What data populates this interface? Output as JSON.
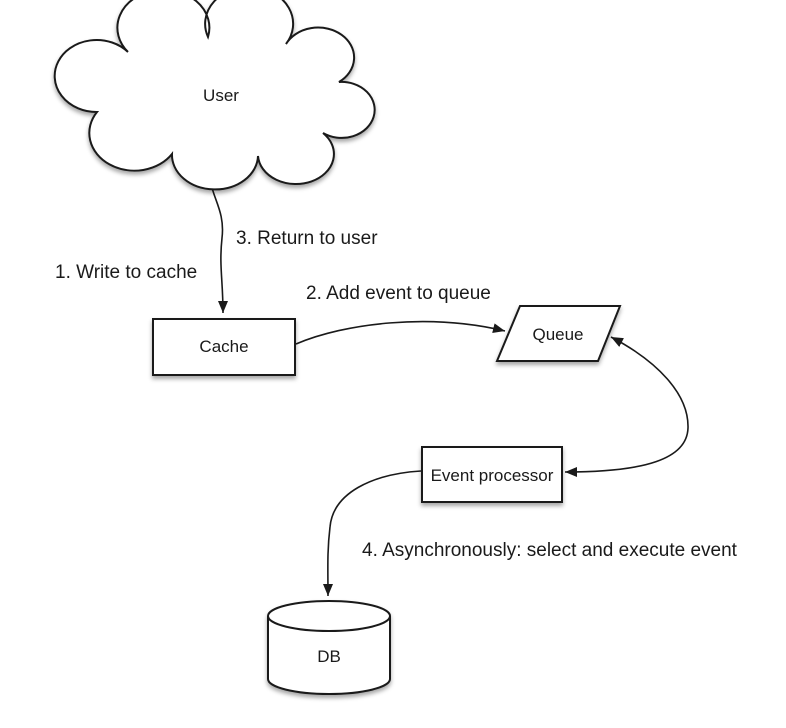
{
  "diagram": {
    "type": "flow-diagram",
    "background": "#ffffff",
    "stroke_color": "#1a1a1a",
    "node_fill": "#ffffff",
    "text_color": "#1a1a1a",
    "nodes": [
      {
        "id": "user",
        "label": "User",
        "shape": "cloud"
      },
      {
        "id": "cache",
        "label": "Cache",
        "shape": "rectangle"
      },
      {
        "id": "queue",
        "label": "Queue",
        "shape": "parallelogram"
      },
      {
        "id": "event_processor",
        "label": "Event processor",
        "shape": "rectangle"
      },
      {
        "id": "db",
        "label": "DB",
        "shape": "cylinder"
      }
    ],
    "edges": [
      {
        "from": "user",
        "to": "cache",
        "style": "curved-arrow",
        "direction": "one-way"
      },
      {
        "from": "cache",
        "to": "queue",
        "style": "curved-arrow",
        "direction": "one-way"
      },
      {
        "from": "queue",
        "to": "event_processor",
        "style": "curved-arrow",
        "direction": "two-way"
      },
      {
        "from": "event_processor",
        "to": "db",
        "style": "curved-arrow",
        "direction": "one-way"
      }
    ],
    "annotations": [
      {
        "id": "step1",
        "text": "1. Write to cache"
      },
      {
        "id": "step2",
        "text": "2. Add event to queue"
      },
      {
        "id": "step3",
        "text": "3. Return to user"
      },
      {
        "id": "step4",
        "text": "4. Asynchronously: select and execute event"
      }
    ]
  }
}
